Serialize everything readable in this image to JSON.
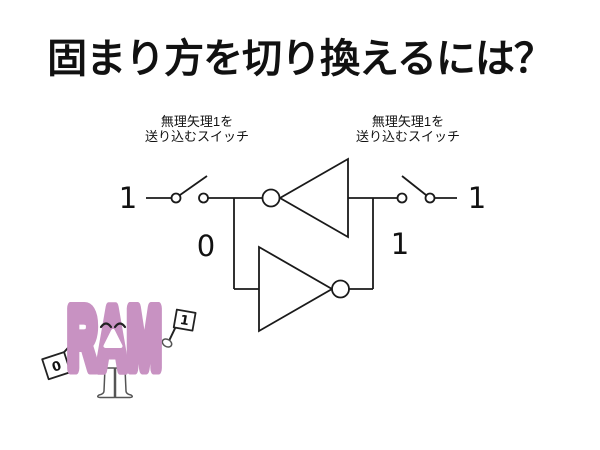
{
  "title": "固まり方を切り換えるには？",
  "switch_labels": {
    "left": {
      "line1": "無理矢理1を",
      "line2": "送り込むスイッチ"
    },
    "right": {
      "line1": "無理矢理1を",
      "line2": "送り込むスイッチ"
    }
  },
  "circuit": {
    "left_input_value": "1",
    "left_node_value": "0",
    "right_node_value": "1",
    "right_input_value": "1",
    "line_color": "#1a1a1a",
    "elements": "two cross-coupled inverters (latch) with an open switch on each side"
  },
  "character": {
    "name": "RAM",
    "body_color": "#c892c2",
    "left_flag_value": "0",
    "right_flag_value": "1"
  }
}
